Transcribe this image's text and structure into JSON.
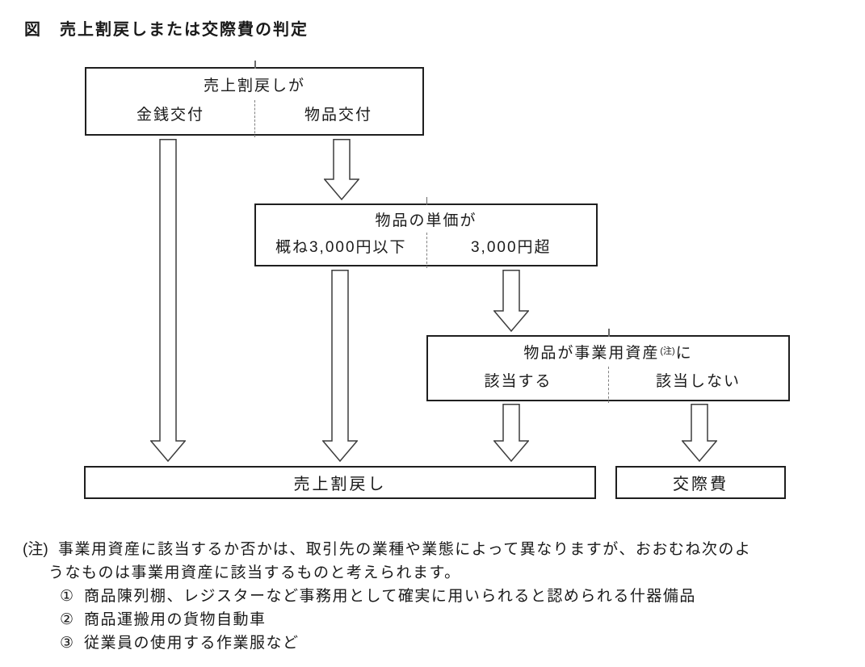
{
  "title": "図　売上割戻しまたは交際費の判定",
  "flowchart": {
    "box1": {
      "header": "売上割戻しが",
      "left": "金銭交付",
      "right": "物品交付"
    },
    "box2": {
      "header": "物品の単価が",
      "left": "概ね3,000円以下",
      "right": "3,000円超"
    },
    "box3": {
      "header_main": "物品が事業用資産",
      "header_sup": "(注)",
      "header_tail": "に",
      "left": "該当する",
      "right": "該当しない"
    },
    "result_rebate": "売上割戻し",
    "result_entertainment": "交際費"
  },
  "note": {
    "marker": "(注)",
    "line1": "事業用資産に該当するか否かは、取引先の業種や業態によって異なりますが、おおむね次のよ",
    "line2": "うなものは事業用資産に該当するものと考えられます。",
    "items": [
      {
        "num": "①",
        "text": "商品陳列棚、レジスターなど事務用として確実に用いられると認められる什器備品"
      },
      {
        "num": "②",
        "text": "商品運搬用の貨物自動車"
      },
      {
        "num": "③",
        "text": "従業員の使用する作業服など"
      }
    ]
  },
  "colors": {
    "background": "#ffffff",
    "line": "#1f1f1f",
    "arrow_outline": "#3d3d3d",
    "dash": "#808080",
    "text": "#1a1a1a"
  }
}
